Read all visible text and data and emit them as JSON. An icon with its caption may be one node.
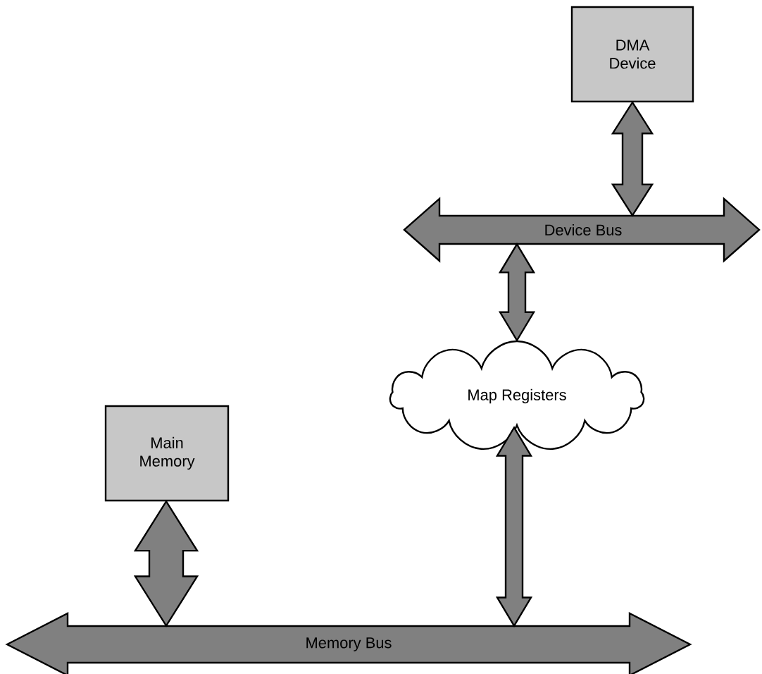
{
  "diagram": {
    "nodes": [
      {
        "text": [
          "DMA Device"
        ]
      },
      {
        "text": [
          "Device Bus"
        ]
      },
      {
        "text": [
          "Map Registers"
        ]
      },
      {
        "text": [
          "Main Memory"
        ]
      },
      {
        "text": [
          "Memory Bus"
        ]
      }
    ],
    "edges": [
      {
        "from": 0,
        "to": 1,
        "arrow": "both"
      },
      {
        "from": 1,
        "to": 2,
        "arrow": "both"
      },
      {
        "from": 3,
        "to": 4,
        "arrow": "both"
      },
      {
        "from": 2,
        "to": 4,
        "arrow": "both"
      }
    ]
  }
}
